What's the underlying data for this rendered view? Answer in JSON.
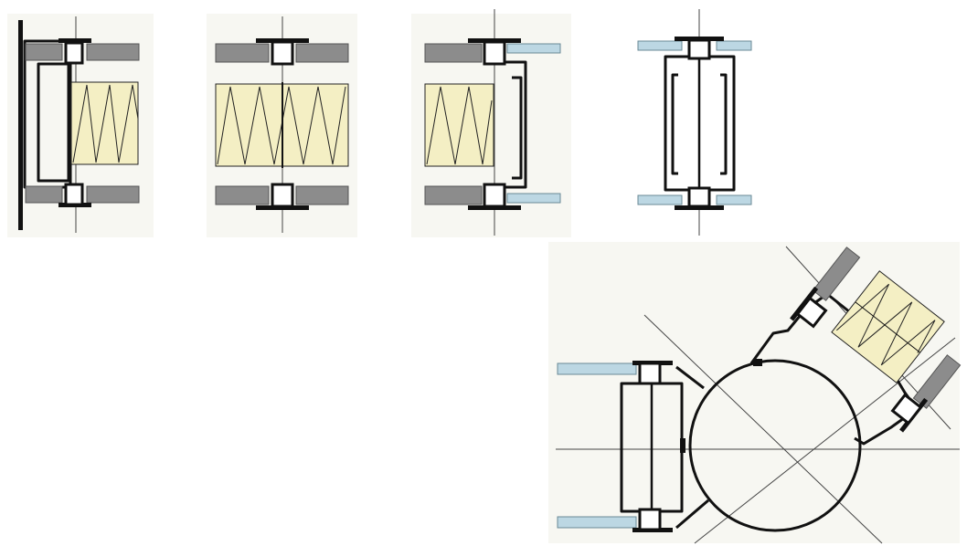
{
  "diagram": {
    "kind": "curtain wall mullion sections",
    "detail_count": 5,
    "details": [
      {
        "name": "detail-wall-connection",
        "panels": "opaque",
        "insulation": true
      },
      {
        "name": "detail-double-insulated",
        "panels": "opaque",
        "insulation": true
      },
      {
        "name": "detail-insulated-to-glazed",
        "panels": "opaque-and-glass",
        "insulation": true
      },
      {
        "name": "detail-double-glazed",
        "panels": "glass",
        "insulation": false
      },
      {
        "name": "detail-corner-junction",
        "panels": "glass-and-opaque",
        "insulation": true
      }
    ],
    "colors": {
      "opaque_panel": "#8c8c8c",
      "glass_panel": "#bcd7e3",
      "insulation_fill": "#f4efc4",
      "profile_stroke": "#111111",
      "axis_line": "#444444",
      "background_tint": "#f7f7f2"
    }
  }
}
